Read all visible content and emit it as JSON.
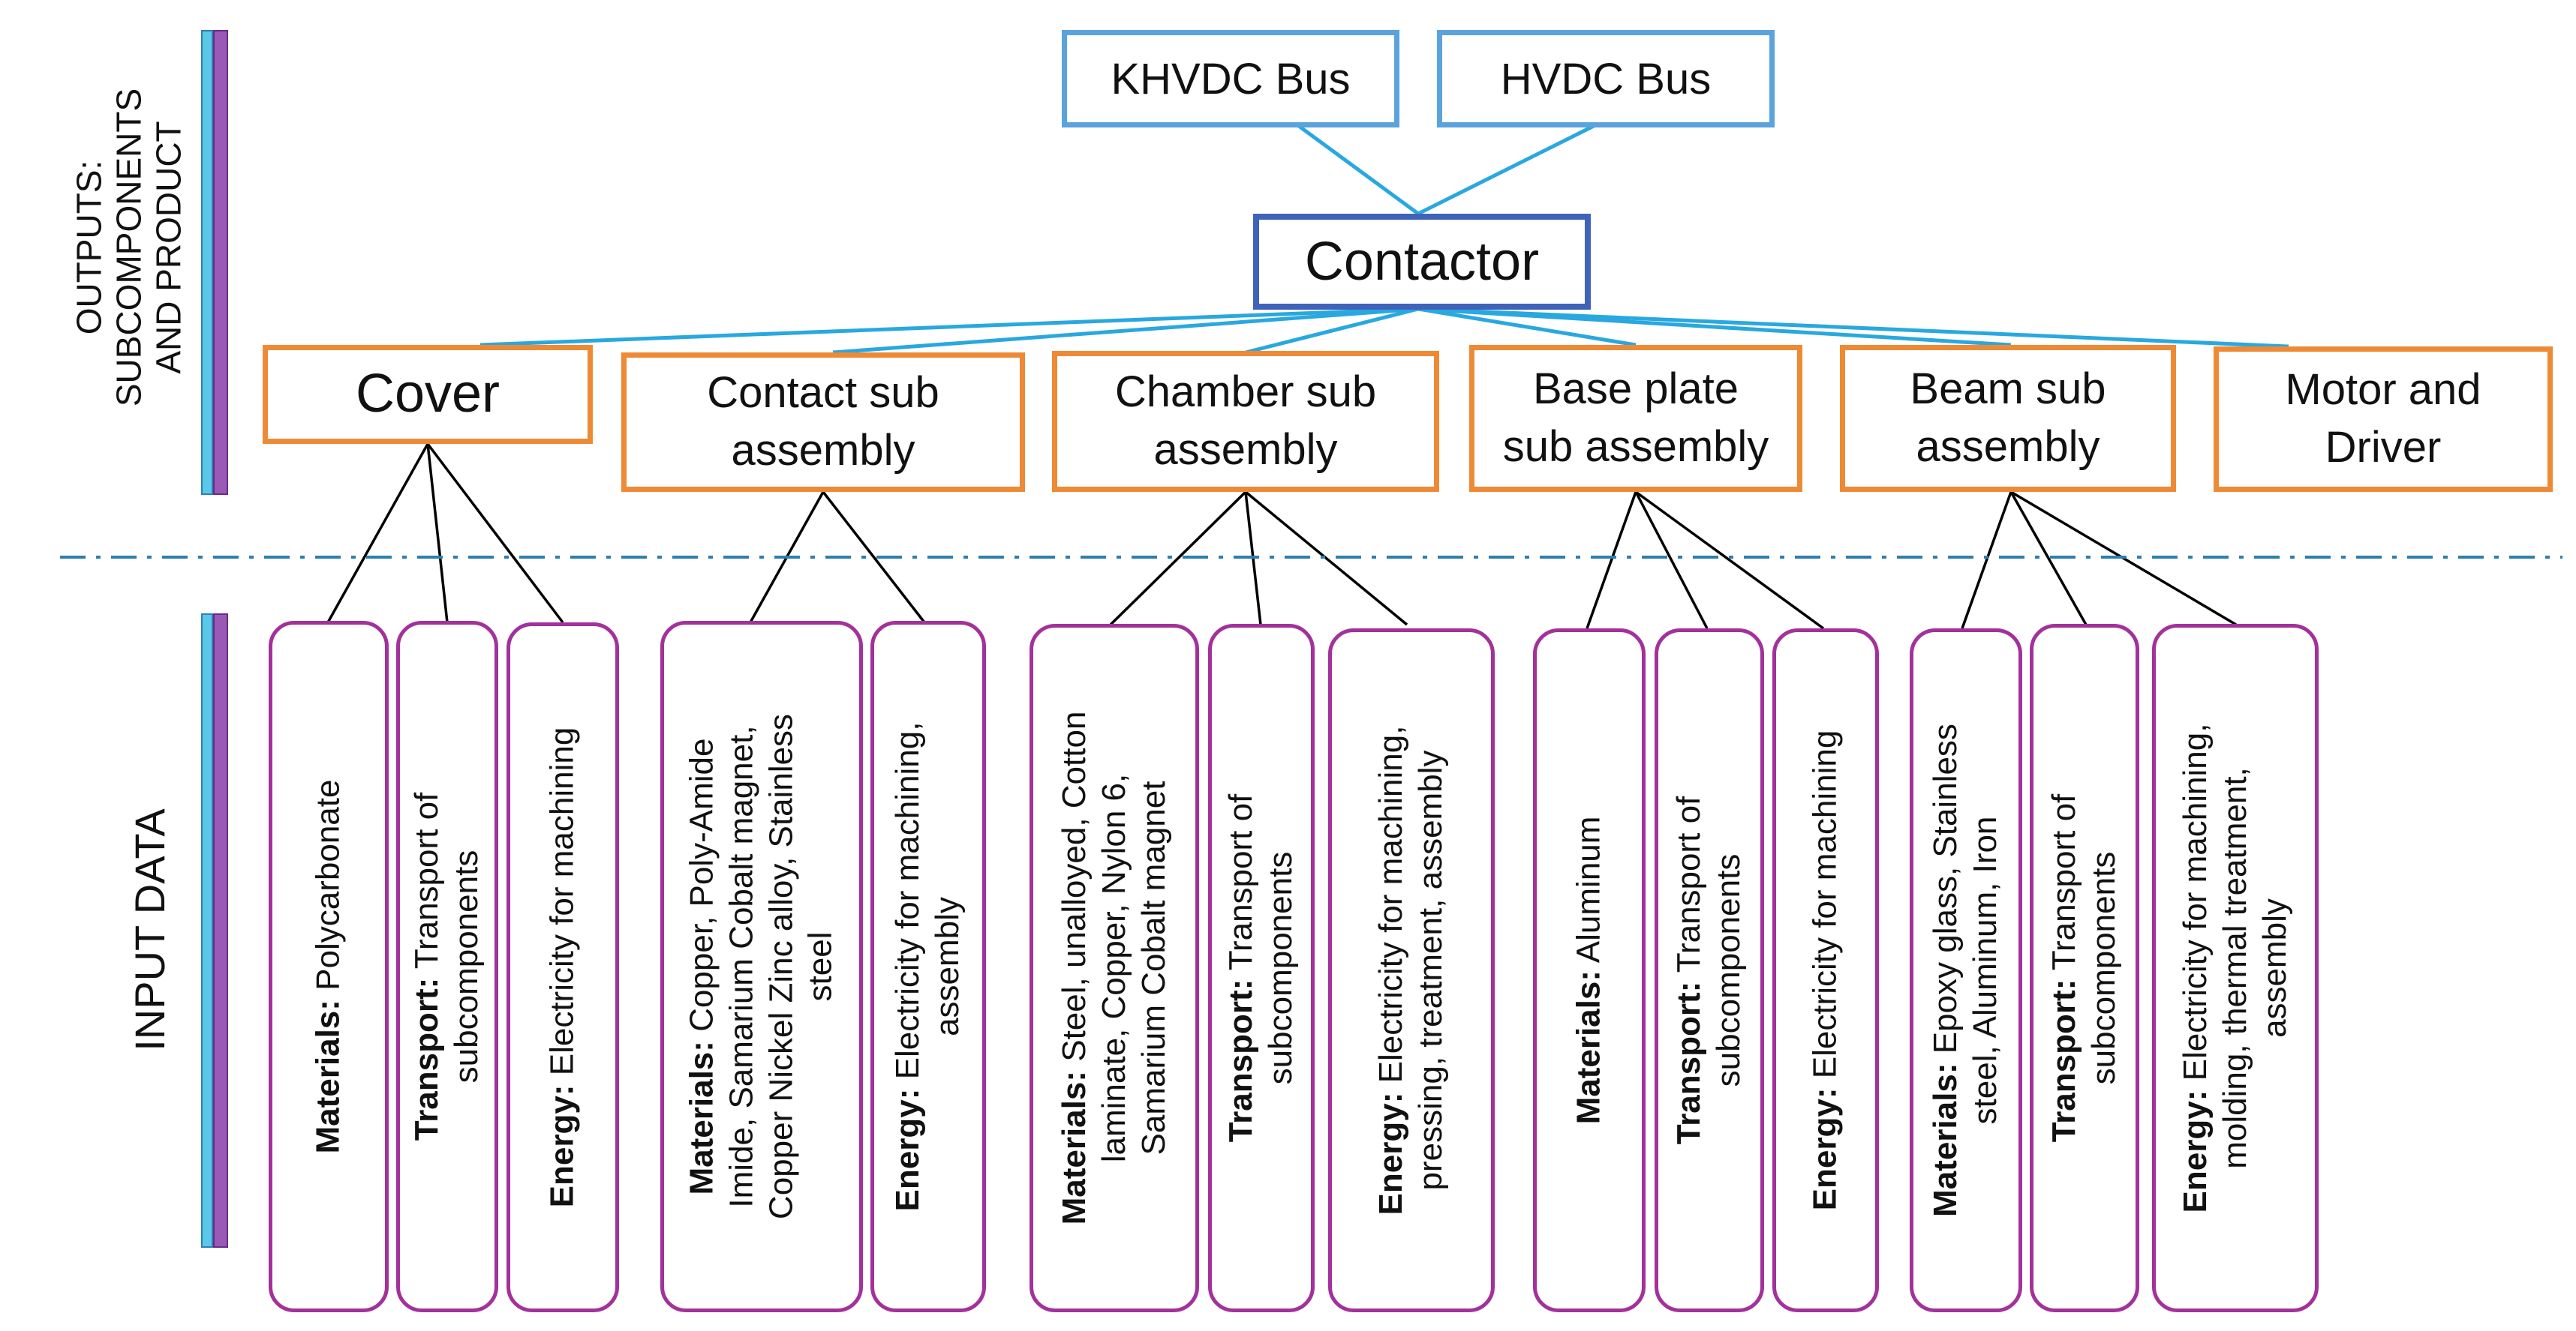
{
  "colors": {
    "bus_border": "#5ba3dc",
    "contactor_border": "#3f63b8",
    "subassembly_border": "#ee8a35",
    "input_card_border": "#a3319b",
    "connector_blue": "#29a8e0",
    "connector_black": "#000000",
    "divider": "#2e7fb0",
    "side_bar_blue": "#5bc8e8",
    "side_bar_purple": "#9b59b6"
  },
  "side_labels": {
    "outputs": [
      "OUTPUTS:",
      "SUBCOMPONENTS",
      "AND PRODUCT"
    ],
    "inputs": "INPUT DATA"
  },
  "buses": [
    {
      "label": "KHVDC Bus"
    },
    {
      "label": "HVDC Bus"
    }
  ],
  "contactor": {
    "label": "Contactor"
  },
  "subassemblies": [
    {
      "lines": [
        "Cover"
      ]
    },
    {
      "lines": [
        "Contact sub",
        "assembly"
      ]
    },
    {
      "lines": [
        "Chamber sub",
        "assembly"
      ]
    },
    {
      "lines": [
        "Base plate",
        "sub assembly"
      ]
    },
    {
      "lines": [
        "Beam sub",
        "assembly"
      ]
    },
    {
      "lines": [
        "Motor and",
        "Driver"
      ]
    }
  ],
  "inputs": [
    {
      "key": "Materials:",
      "lines": [
        " Polycarbonate"
      ]
    },
    {
      "key": "Transport:",
      "lines": [
        " Transport of",
        "subcomponents"
      ]
    },
    {
      "key": "Energy:",
      "lines": [
        " Electricity for machining"
      ]
    },
    {
      "key": "Materials:",
      "lines": [
        " Copper, Poly-Amide",
        "Imide, Samarium Cobalt magnet,",
        "Copper Nickel Zinc alloy, Stainless",
        "steel"
      ]
    },
    {
      "key": "Energy:",
      "lines": [
        " Electricity for machining,",
        "assembly"
      ]
    },
    {
      "key": "Materials:",
      "lines": [
        " Steel, unalloyed, Cotton",
        "laminate, Copper, Nylon 6,",
        "Samarium Cobalt magnet"
      ]
    },
    {
      "key": "Transport:",
      "lines": [
        " Transport of",
        "subcomponents"
      ]
    },
    {
      "key": "Energy:",
      "lines": [
        " Electricity for machining,",
        "pressing, treatment, assembly"
      ]
    },
    {
      "key": "Materials:",
      "lines": [
        " Aluminum"
      ]
    },
    {
      "key": "Transport:",
      "lines": [
        " Transport of",
        "subcomponents"
      ]
    },
    {
      "key": "Energy:",
      "lines": [
        " Electricity for machining"
      ]
    },
    {
      "key": "Materials:",
      "lines": [
        " Epoxy glass, Stainless",
        "steel, Aluminum, Iron"
      ]
    },
    {
      "key": "Transport:",
      "lines": [
        " Transport of",
        "subcomponents"
      ]
    },
    {
      "key": "Energy:",
      "lines": [
        " Electricity for machining,",
        "molding, thermal treatment,",
        "assembly"
      ]
    }
  ]
}
